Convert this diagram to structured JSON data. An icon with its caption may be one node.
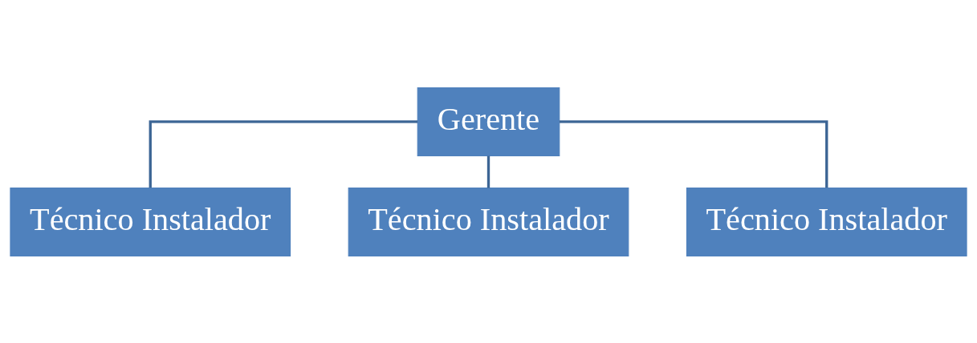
{
  "diagram": {
    "nodes": [
      {
        "text": [
          "Gerente"
        ]
      },
      {
        "text": [
          "Técnico Instalador"
        ]
      },
      {
        "text": [
          "Técnico Instalador"
        ]
      },
      {
        "text": [
          "Técnico Instalador"
        ]
      }
    ],
    "edges": [
      {
        "from": 0,
        "to": 1,
        "arrow": "none"
      },
      {
        "from": 0,
        "to": 2,
        "arrow": "none"
      },
      {
        "from": 0,
        "to": 3,
        "arrow": "none"
      }
    ]
  }
}
